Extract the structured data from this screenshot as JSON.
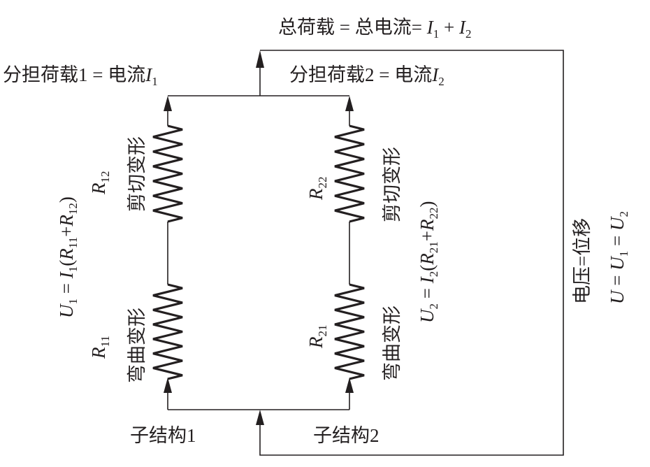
{
  "title": {
    "parts": [
      {
        "t": "总荷载 = 总电流= "
      },
      {
        "t": "I",
        "s": "i"
      },
      {
        "t": "1",
        "s": "sub"
      },
      {
        "t": " + "
      },
      {
        "t": "I",
        "s": "i"
      },
      {
        "t": "2",
        "s": "sub"
      }
    ]
  },
  "load1": {
    "parts": [
      {
        "t": "分担荷载1 = 电流"
      },
      {
        "t": "I",
        "s": "i"
      },
      {
        "t": "1",
        "s": "sub"
      }
    ]
  },
  "load2": {
    "parts": [
      {
        "t": "分担荷载2 = 电流"
      },
      {
        "t": "I",
        "s": "i"
      },
      {
        "t": "2",
        "s": "sub"
      }
    ]
  },
  "sub1": {
    "parts": [
      {
        "t": "子结构1"
      }
    ]
  },
  "sub2": {
    "parts": [
      {
        "t": "子结构2"
      }
    ]
  },
  "shear_left": {
    "parts": [
      {
        "t": "剪切变形"
      }
    ]
  },
  "bend_left": {
    "parts": [
      {
        "t": "弯曲变形"
      }
    ]
  },
  "shear_right": {
    "parts": [
      {
        "t": "剪切变形"
      }
    ]
  },
  "bend_right": {
    "parts": [
      {
        "t": "弯曲变形"
      }
    ]
  },
  "r12": {
    "parts": [
      {
        "t": "R",
        "s": "i"
      },
      {
        "t": "12",
        "s": "sub"
      }
    ]
  },
  "r11": {
    "parts": [
      {
        "t": "R",
        "s": "i"
      },
      {
        "t": "11",
        "s": "sub"
      }
    ]
  },
  "r22": {
    "parts": [
      {
        "t": "R",
        "s": "i"
      },
      {
        "t": "22",
        "s": "sub"
      }
    ]
  },
  "r21": {
    "parts": [
      {
        "t": "R",
        "s": "i"
      },
      {
        "t": "21",
        "s": "sub"
      }
    ]
  },
  "u1_formula": {
    "parts": [
      {
        "t": "U",
        "s": "i"
      },
      {
        "t": "1",
        "s": "sub"
      },
      {
        "t": " = "
      },
      {
        "t": "I",
        "s": "i"
      },
      {
        "t": "1",
        "s": "sub"
      },
      {
        "t": "("
      },
      {
        "t": "R",
        "s": "i"
      },
      {
        "t": "11",
        "s": "sub"
      },
      {
        "t": "+"
      },
      {
        "t": "R",
        "s": "i"
      },
      {
        "t": "12",
        "s": "sub"
      },
      {
        "t": ")"
      }
    ]
  },
  "u2_formula": {
    "parts": [
      {
        "t": "U",
        "s": "i"
      },
      {
        "t": "2",
        "s": "sub"
      },
      {
        "t": " = "
      },
      {
        "t": "I",
        "s": "i"
      },
      {
        "t": "2",
        "s": "sub"
      },
      {
        "t": "("
      },
      {
        "t": "R",
        "s": "i"
      },
      {
        "t": "21",
        "s": "sub"
      },
      {
        "t": "+"
      },
      {
        "t": "R",
        "s": "i"
      },
      {
        "t": "22",
        "s": "sub"
      },
      {
        "t": ")"
      }
    ]
  },
  "voltage_label": {
    "parts": [
      {
        "t": "电压=位移"
      }
    ]
  },
  "u_formula": {
    "parts": [
      {
        "t": "U",
        "s": "i"
      },
      {
        "t": " = "
      },
      {
        "t": "U",
        "s": "i"
      },
      {
        "t": "1",
        "s": "sub"
      },
      {
        "t": " = "
      },
      {
        "t": "U",
        "s": "i"
      },
      {
        "t": "2",
        "s": "sub"
      }
    ]
  }
}
